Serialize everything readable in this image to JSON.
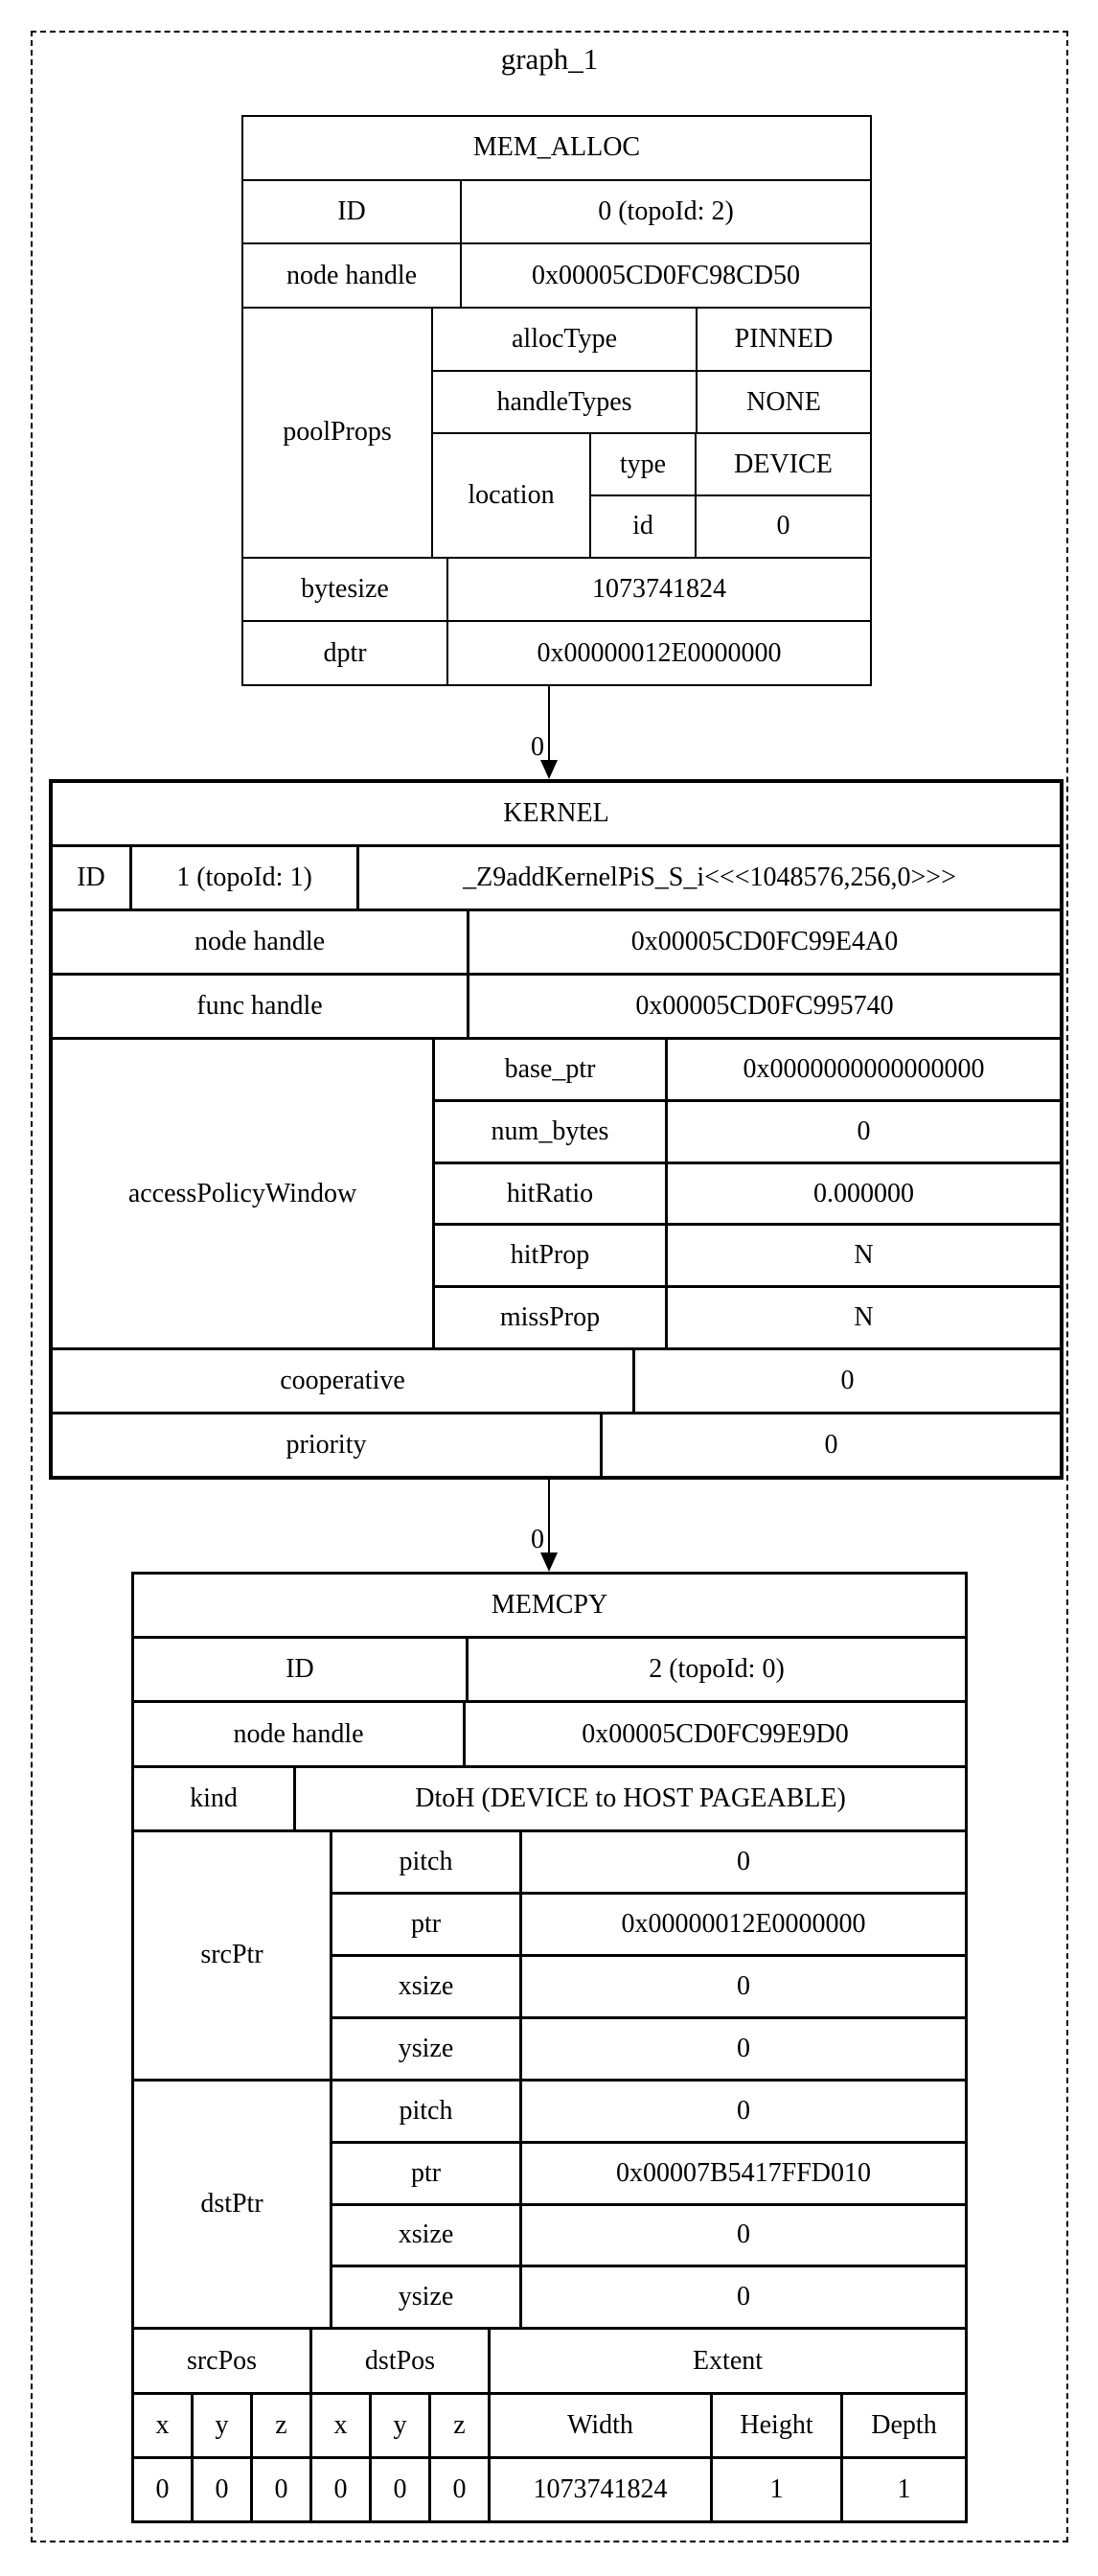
{
  "graph": {
    "title": "graph_1"
  },
  "edges": [
    {
      "label": "0"
    },
    {
      "label": "0"
    }
  ],
  "mem_alloc": {
    "title": "MEM_ALLOC",
    "id_label": "ID",
    "id_value": "0 (topoId: 2)",
    "node_handle_label": "node handle",
    "node_handle_value": "0x00005CD0FC98CD50",
    "pool_props_label": "poolProps",
    "alloc_type_label": "allocType",
    "alloc_type_value": "PINNED",
    "handle_types_label": "handleTypes",
    "handle_types_value": "NONE",
    "location_label": "location",
    "location_type_label": "type",
    "location_type_value": "DEVICE",
    "location_id_label": "id",
    "location_id_value": "0",
    "bytesize_label": "bytesize",
    "bytesize_value": "1073741824",
    "dptr_label": "dptr",
    "dptr_value": "0x00000012E0000000"
  },
  "kernel": {
    "title": "KERNEL",
    "id_label": "ID",
    "id_value": "1 (topoId: 1)",
    "signature": "_Z9addKernelPiS_S_i<<<1048576,256,0>>>",
    "node_handle_label": "node handle",
    "node_handle_value": "0x00005CD0FC99E4A0",
    "func_handle_label": "func handle",
    "func_handle_value": "0x00005CD0FC995740",
    "apw_label": "accessPolicyWindow",
    "base_ptr_label": "base_ptr",
    "base_ptr_value": "0x0000000000000000",
    "num_bytes_label": "num_bytes",
    "num_bytes_value": "0",
    "hit_ratio_label": "hitRatio",
    "hit_ratio_value": "0.000000",
    "hit_prop_label": "hitProp",
    "hit_prop_value": "N",
    "miss_prop_label": "missProp",
    "miss_prop_value": "N",
    "cooperative_label": "cooperative",
    "cooperative_value": "0",
    "priority_label": "priority",
    "priority_value": "0"
  },
  "memcpy": {
    "title": "MEMCPY",
    "id_label": "ID",
    "id_value": "2 (topoId: 0)",
    "node_handle_label": "node handle",
    "node_handle_value": "0x00005CD0FC99E9D0",
    "kind_label": "kind",
    "kind_value": "DtoH (DEVICE to HOST PAGEABLE)",
    "src_ptr": {
      "label": "srcPtr",
      "pitch_label": "pitch",
      "pitch": "0",
      "ptr_label": "ptr",
      "ptr": "0x00000012E0000000",
      "xsize_label": "xsize",
      "xsize": "0",
      "ysize_label": "ysize",
      "ysize": "0"
    },
    "dst_ptr": {
      "label": "dstPtr",
      "pitch_label": "pitch",
      "pitch": "0",
      "ptr_label": "ptr",
      "ptr": "0x00007B5417FFD010",
      "xsize_label": "xsize",
      "xsize": "0",
      "ysize_label": "ysize",
      "ysize": "0"
    },
    "src_pos_label": "srcPos",
    "dst_pos_label": "dstPos",
    "extent_label": "Extent",
    "axis": {
      "x": "x",
      "y": "y",
      "z": "z"
    },
    "extent_cols": {
      "width": "Width",
      "height": "Height",
      "depth": "Depth"
    },
    "src_pos": {
      "x": "0",
      "y": "0",
      "z": "0"
    },
    "dst_pos": {
      "x": "0",
      "y": "0",
      "z": "0"
    },
    "extent": {
      "width": "1073741824",
      "height": "1",
      "depth": "1"
    }
  },
  "colors": {
    "line": "#000000",
    "background": "#ffffff"
  }
}
